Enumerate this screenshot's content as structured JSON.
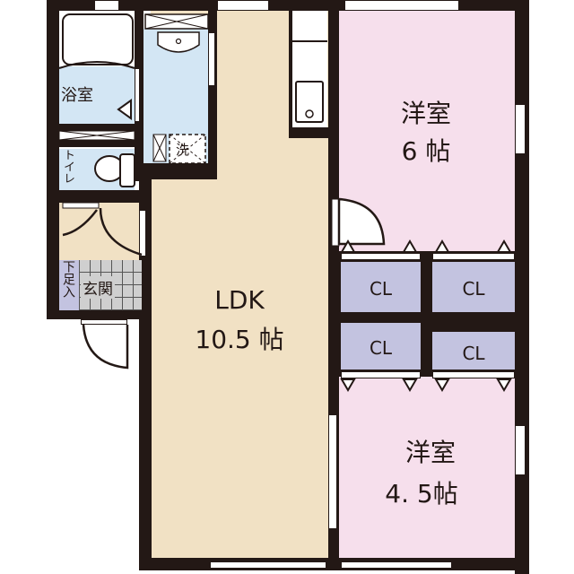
{
  "floorplan": {
    "colors": {
      "wall": "#231815",
      "ldk": "#f1e1c4",
      "western_room": "#f6dfec",
      "wet_area": "#d3e6f4",
      "closet": "#c3c3e0",
      "entrance_tile": "#cfcfcf",
      "shoe_storage": "#c3c3e0",
      "background": "#ffffff"
    },
    "rooms": {
      "ldk": {
        "name": "LDK",
        "size": "10.5 帖"
      },
      "western_room_1": {
        "name": "洋室",
        "size": "6 帖"
      },
      "western_room_2": {
        "name": "洋室",
        "size": "4. 5帖"
      },
      "bathroom": {
        "name": "浴室"
      },
      "toilet": {
        "name": "トイレ"
      },
      "washroom": {
        "label": "洗"
      },
      "entrance": {
        "name": "玄関"
      },
      "shoe_storage": {
        "name": "下足入"
      }
    },
    "closets": [
      {
        "label": "CL"
      },
      {
        "label": "CL"
      },
      {
        "label": "CL"
      },
      {
        "label": "CL"
      }
    ]
  }
}
